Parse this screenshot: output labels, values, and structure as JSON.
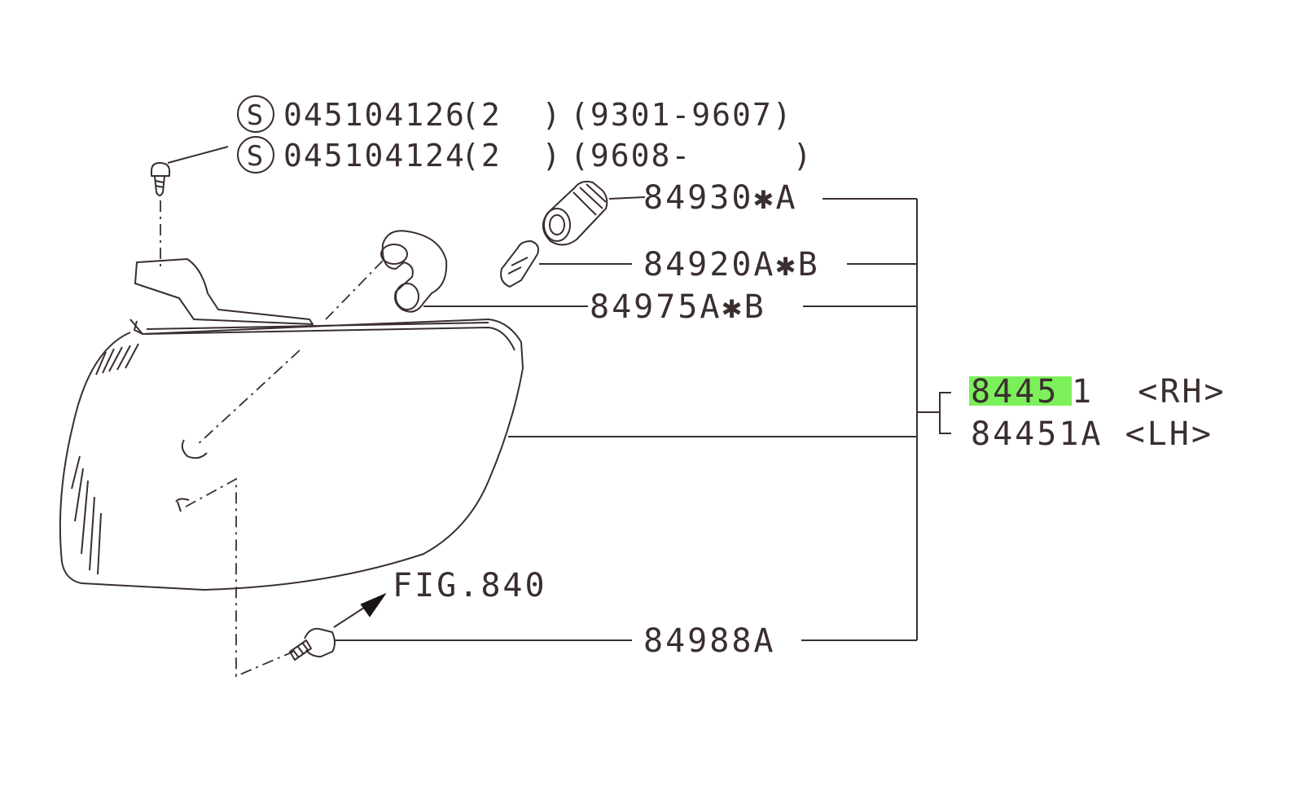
{
  "colors": {
    "ink": "#3a2e2e",
    "highlight": "#7cf05a",
    "background": "#ffffff"
  },
  "icons": {
    "standard_part_mark": "circled-s-icon"
  },
  "screws": [
    {
      "mark": "S",
      "part": "045104126",
      "qty": "(2  )",
      "range": "(9301-9607)"
    },
    {
      "mark": "S",
      "part": "045104124",
      "qty": "(2  )",
      "range": "(9608-     )"
    }
  ],
  "callouts": {
    "socket": "84930✱A",
    "bulb": "84920A✱B",
    "gasket": "84975A✱B",
    "plug": "84988A",
    "figure_ref": "FIG.840"
  },
  "assembly": {
    "rh_highlight": "8445",
    "rh_rest": "1  <RH>",
    "lh": "84451A <LH>"
  }
}
